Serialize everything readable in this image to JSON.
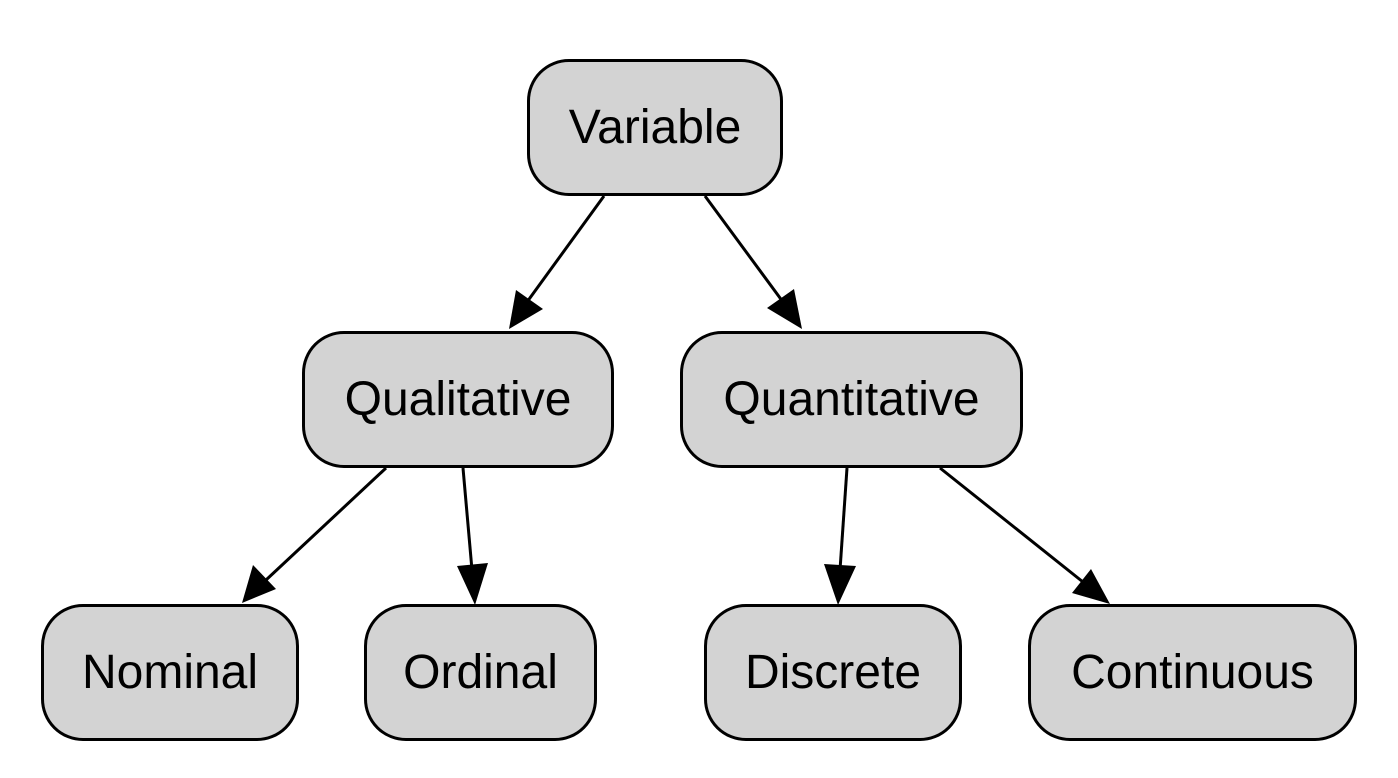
{
  "diagram": {
    "type": "tree",
    "nodes": {
      "variable": "Variable",
      "qualitative": "Qualitative",
      "quantitative": "Quantitative",
      "nominal": "Nominal",
      "ordinal": "Ordinal",
      "discrete": "Discrete",
      "continuous": "Continuous"
    },
    "edges": [
      [
        "variable",
        "qualitative"
      ],
      [
        "variable",
        "quantitative"
      ],
      [
        "qualitative",
        "nominal"
      ],
      [
        "qualitative",
        "ordinal"
      ],
      [
        "quantitative",
        "discrete"
      ],
      [
        "quantitative",
        "continuous"
      ]
    ],
    "colors": {
      "node_fill": "#d3d3d3",
      "stroke": "#000000",
      "text": "#000000",
      "background": "#ffffff"
    }
  }
}
